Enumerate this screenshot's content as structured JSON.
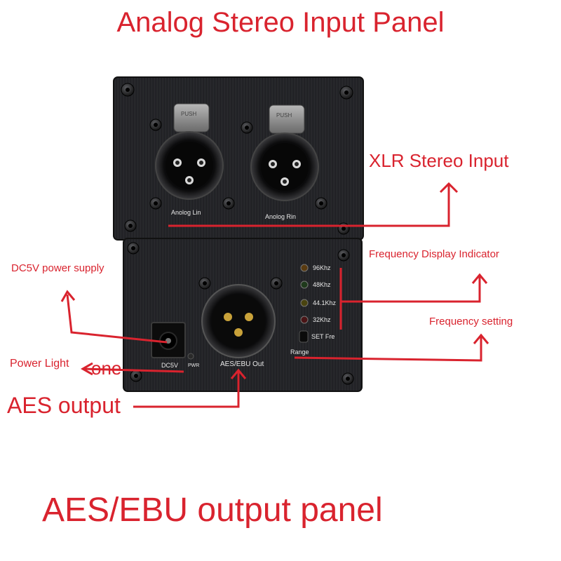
{
  "titles": {
    "top": "Analog Stereo Input Panel",
    "bottom": "AES/EBU output panel"
  },
  "annotations": {
    "xlr_input": "XLR Stereo Input",
    "dc5v": "DC5V power supply",
    "freq_display": "Frequency Display Indicator",
    "freq_setting": "Frequency setting",
    "power_light": "Power Light",
    "power_light_extra": "one",
    "aes_output": "AES output"
  },
  "panel_labels": {
    "analog_left": "Anolog  Lin",
    "analog_right": "Anolog  Rin",
    "push": "PUSH",
    "freq_96": "96Khz",
    "freq_48": "48Khz",
    "freq_441": "44.1Khz",
    "freq_32": "32Khz",
    "set_fre": "SET  Fre",
    "range": "Range",
    "dc5v": "DC5V",
    "pwr": "PWR",
    "aes_out": "AES/EBU Out"
  },
  "colors": {
    "accent_red": "#d9232e",
    "panel_dark": "#1e1f22",
    "led_amber": "#5a3b10",
    "led_green": "#1f3a1c",
    "led_yellow": "#4a4410",
    "led_red": "#4a1416"
  },
  "icons": {
    "screw": "screw-icon",
    "xlr_female": "xlr-female-connector-icon",
    "xlr_male": "xlr-male-connector-icon",
    "dc_jack": "dc-jack-icon",
    "led": "led-icon",
    "button": "push-button-icon"
  }
}
